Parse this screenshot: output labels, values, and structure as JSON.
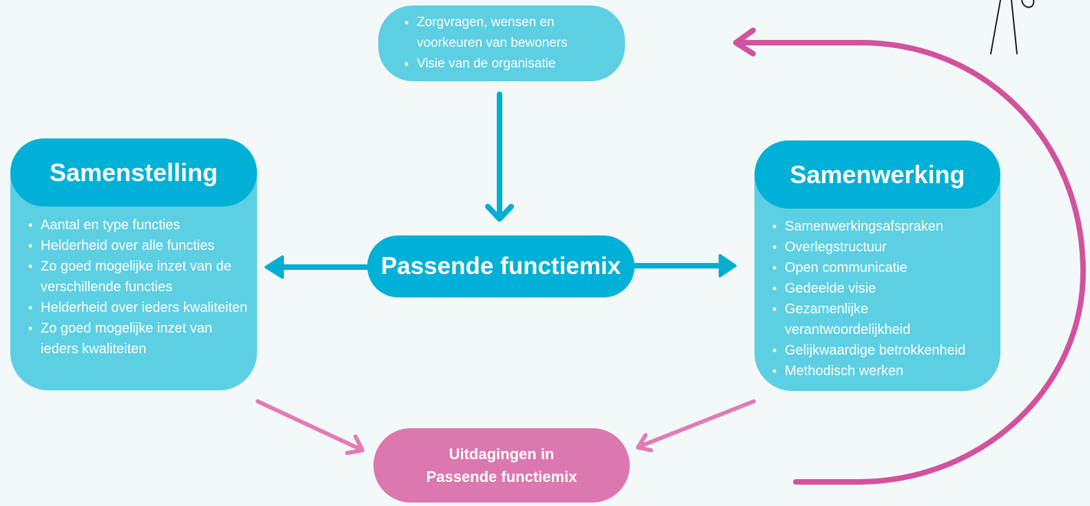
{
  "top_box": {
    "items": [
      "Zorgvragen, wensen en voorkeuren van bewoners",
      "Visie van de organisatie"
    ]
  },
  "samenstelling": {
    "title": "Samenstelling",
    "items": [
      "Aantal en type functies",
      "Helderheid over alle functies",
      "Zo goed mogelijke inzet van de verschillende functies",
      "Helderheid over ieders kwaliteiten",
      "Zo goed mogelijke inzet van ieders kwaliteiten"
    ]
  },
  "center": {
    "title": "Passende functiemix"
  },
  "samenwerking": {
    "title": "Samenwerking",
    "items": [
      "Samenwerkingsafspraken",
      "Overlegstructuur",
      "Open communicatie",
      "Gedeelde visie",
      "Gezamenlijke verantwoordelijkheid",
      "Gelijkwaardige betrokkenheid",
      "Methodisch werken"
    ]
  },
  "uitdagingen": {
    "line1": "Uitdagingen in",
    "line2": "Passende functiemix"
  },
  "colors": {
    "light_blue": "#5ccfe3",
    "dark_blue": "#00b0d6",
    "arrow_blue": "#00aed4",
    "pink": "#dc77af",
    "magenta": "#d2529e",
    "background": "#f3f9f9"
  }
}
